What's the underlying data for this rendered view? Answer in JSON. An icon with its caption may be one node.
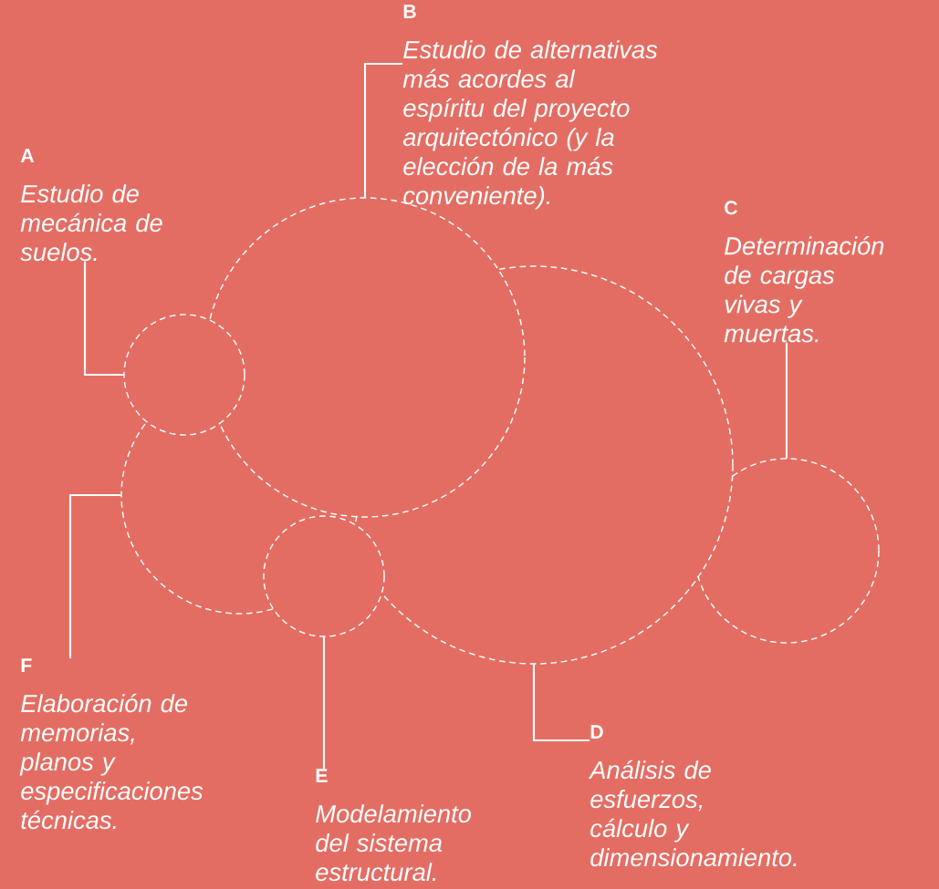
{
  "diagram": {
    "nodes": [
      {
        "text": [
          "A",
          "Estudio de mecánica de suelos."
        ]
      },
      {
        "text": [
          "B",
          "Estudio de alternativas más acordes al espíritu del proyecto arquitectónico (y la elección de la más conveniente)."
        ]
      },
      {
        "text": [
          "C",
          "Determinación de cargas vivas y muertas."
        ]
      },
      {
        "text": [
          "D",
          "Análisis de esfuerzos, cálculo y dimensionamiento."
        ]
      },
      {
        "text": [
          "E",
          "Modelamiento del sistema estructural."
        ]
      },
      {
        "text": [
          "F",
          "Elaboración de memorias, planos y especificaciones técnicas."
        ]
      },
      {
        "text": [],
        "shape": "circle"
      },
      {
        "text": [],
        "shape": "circle"
      },
      {
        "text": [],
        "shape": "circle"
      },
      {
        "text": [],
        "shape": "circle"
      },
      {
        "text": [],
        "shape": "circle"
      },
      {
        "text": [],
        "shape": "circle"
      }
    ],
    "edges": [
      {
        "from": 0,
        "to": 6,
        "arrow": "none"
      },
      {
        "from": 1,
        "to": 7,
        "arrow": "none"
      },
      {
        "from": 2,
        "to": 8,
        "arrow": "none"
      },
      {
        "from": 3,
        "to": 9,
        "arrow": "none"
      },
      {
        "from": 4,
        "to": 10,
        "arrow": "none"
      },
      {
        "from": 5,
        "to": 11,
        "arrow": "none"
      }
    ]
  }
}
